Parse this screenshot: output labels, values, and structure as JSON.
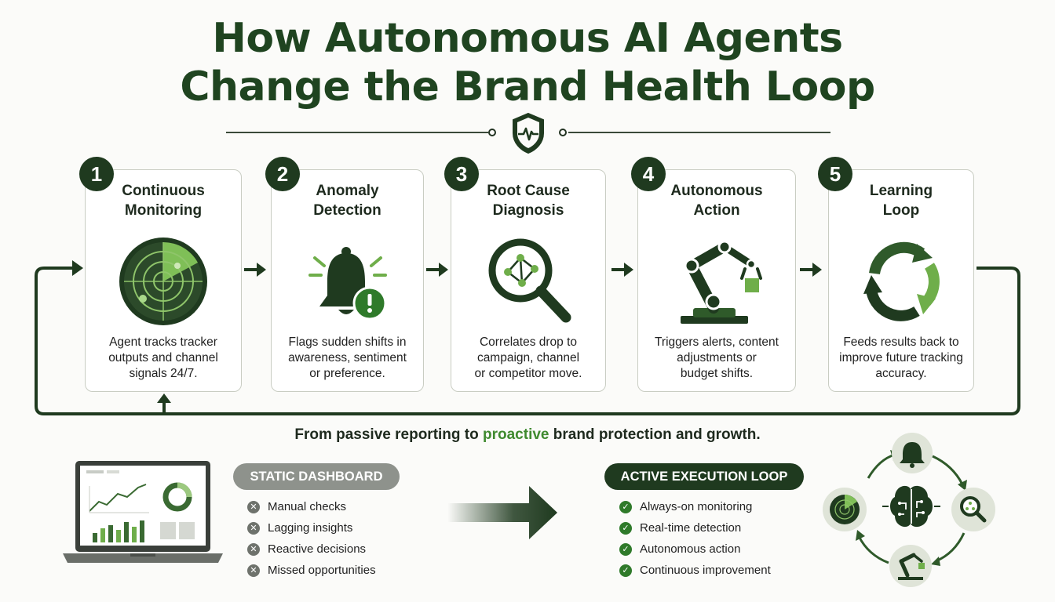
{
  "title_line1": "How Autonomous AI Agents",
  "title_line2": "Change the Brand Health Loop",
  "steps": [
    {
      "number": "1",
      "title_line1": "Continuous",
      "title_line2": "Monitoring",
      "desc_line1": "Agent tracks tracker",
      "desc_line2": "outputs and channel",
      "desc_line3": "signals 24/7."
    },
    {
      "number": "2",
      "title_line1": "Anomaly",
      "title_line2": "Detection",
      "desc_line1": "Flags sudden shifts in",
      "desc_line2": "awareness, sentiment",
      "desc_line3": "or preference."
    },
    {
      "number": "3",
      "title_line1": "Root Cause",
      "title_line2": "Diagnosis",
      "desc_line1": "Correlates drop to",
      "desc_line2": "campaign, channel",
      "desc_line3": "or competitor move."
    },
    {
      "number": "4",
      "title_line1": "Autonomous",
      "title_line2": "Action",
      "desc_line1": "Triggers alerts, content",
      "desc_line2": "adjustments or",
      "desc_line3": "budget shifts."
    },
    {
      "number": "5",
      "title_line1": "Learning",
      "title_line2": "Loop",
      "desc_line1": "Feeds results back to",
      "desc_line2": "improve future tracking",
      "desc_line3": "accuracy."
    }
  ],
  "tagline": {
    "before": "From passive reporting to ",
    "highlight": "proactive",
    "after": " brand protection and growth."
  },
  "static": {
    "label": "STATIC DASHBOARD",
    "items": [
      "Manual checks",
      "Lagging insights",
      "Reactive decisions",
      "Missed opportunities"
    ]
  },
  "active": {
    "label": "ACTIVE EXECUTION LOOP",
    "items": [
      "Always-on monitoring",
      "Real-time detection",
      "Autonomous action",
      "Continuous improvement"
    ]
  },
  "colors": {
    "dark_green": "#1f3a1f",
    "mid_green": "#2f5a2a",
    "accent_green": "#6fae4a",
    "gray": "#8e928c"
  },
  "icons": [
    "shield-heartbeat-icon",
    "radar-icon",
    "bell-alert-icon",
    "magnifier-network-icon",
    "robot-arm-icon",
    "cycle-arrows-icon",
    "laptop-dashboard-icon",
    "brain-circuit-icon"
  ]
}
